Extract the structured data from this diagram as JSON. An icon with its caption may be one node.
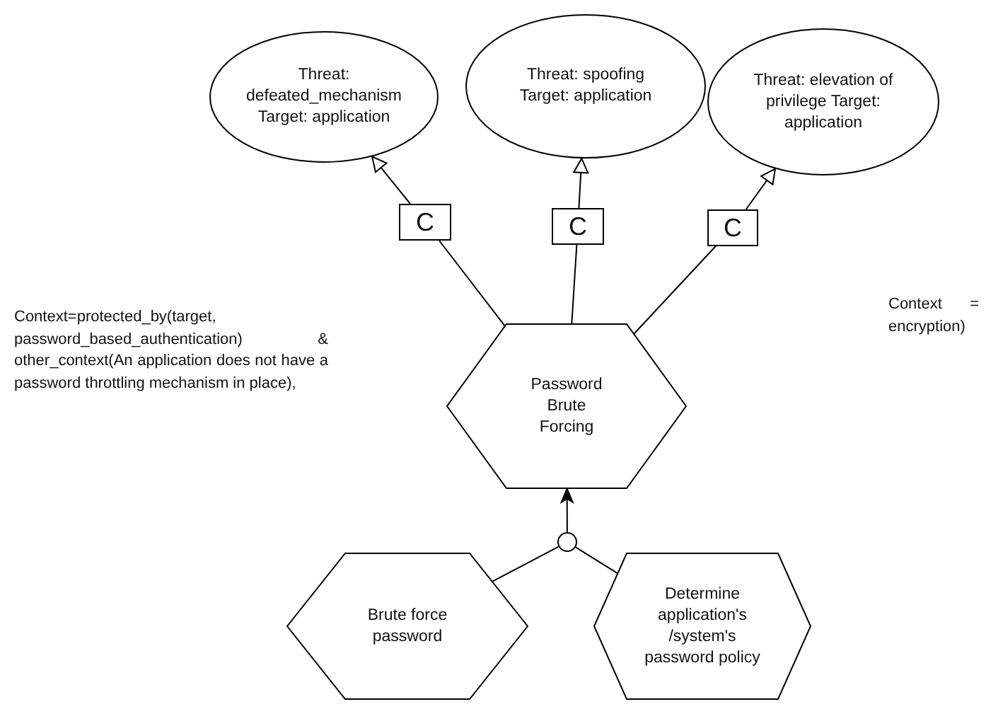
{
  "diagram": {
    "nodes": [
      {
        "text": [
          "Threat: defeated_mechanism Target: application"
        ]
      },
      {
        "text": [
          "Threat: spoofing Target: application"
        ]
      },
      {
        "text": [
          "Threat: elevation of privilege Target: application"
        ]
      },
      {
        "text": [
          "C"
        ]
      },
      {
        "text": [
          "C"
        ]
      },
      {
        "text": [
          "C"
        ]
      },
      {
        "text": [
          "Password Brute Forcing"
        ]
      },
      {
        "text": [],
        "shape": "circle"
      },
      {
        "text": [
          "Brute force password"
        ]
      },
      {
        "text": [
          "Determine application's /system's password policy"
        ]
      }
    ],
    "edges": [
      {
        "from": 3,
        "to": 0,
        "arrow": "to"
      },
      {
        "from": 4,
        "to": 1,
        "arrow": "to"
      },
      {
        "from": 5,
        "to": 2,
        "arrow": "to"
      },
      {
        "from": 6,
        "to": 3,
        "arrow": "none"
      },
      {
        "from": 6,
        "to": 4,
        "arrow": "none"
      },
      {
        "from": 6,
        "to": 5,
        "arrow": "none"
      },
      {
        "from": 7,
        "to": 6,
        "arrow": "to"
      },
      {
        "from": 8,
        "to": 7,
        "arrow": "none"
      },
      {
        "from": 9,
        "to": 7,
        "arrow": "none"
      }
    ],
    "labels": [
      "Context=protected_by(target, password_based_authentication) & other_context(An application does not have a password throttling mechanism in place),",
      "Context = encryption)"
    ]
  }
}
